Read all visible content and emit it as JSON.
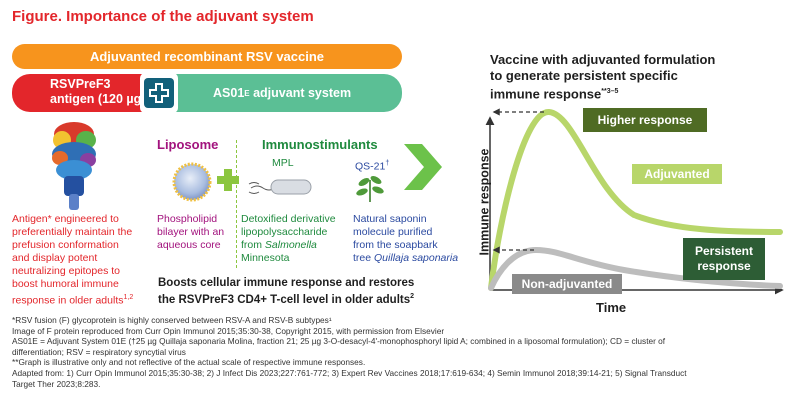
{
  "title": "Figure. Importance of the adjuvant system",
  "vaccine_bar": "Adjuvanted recombinant RSV vaccine",
  "rsvpref3_line1": "RSVPreF3",
  "rsvpref3_line2": "antigen (120 µg)",
  "as01_label": "AS01",
  "as01_sub": "E",
  "as01_rest": " adjuvant system",
  "antigen_desc_lines": [
    "Antigen* engineered to",
    "preferentially maintain the",
    "prefusion conformation",
    "and display potent",
    "neutralizing epitopes to",
    "boost humoral immune",
    "response in older adults"
  ],
  "antigen_desc_sup": "1,2",
  "liposome": {
    "heading": "Liposome",
    "desc_lines": [
      "Phospholipid",
      "bilayer with an",
      "aqueous core"
    ]
  },
  "immunostimulants_heading": "Immunostimulants",
  "mpl": {
    "label": "MPL",
    "desc_lines": [
      "Detoxified derivative",
      "lipopolysaccharide",
      "from ",
      "Salmonella",
      "Minnesota"
    ]
  },
  "qs21": {
    "label": "QS-21",
    "label_sup": "†",
    "desc_lines": [
      "Natural saponin",
      "molecule purified",
      "from the soapbark",
      "tree ",
      "Quillaja saponaria"
    ]
  },
  "boost_line1": "Boosts cellular immune response and restores",
  "boost_line2": "the RSVPreF3 CD4+ T-cell level in older adults",
  "boost_sup": "2",
  "graph": {
    "title_lines": [
      "Vaccine with adjuvanted formulation",
      "to generate persistent specific",
      "immune response"
    ],
    "title_sup": "**3–5",
    "ylabel": "Immune response",
    "xlabel": "Time",
    "higher_response": "Higher response",
    "adjuvanted": "Adjuvanted",
    "persistent_line1": "Persistent",
    "persistent_line2": "response",
    "non_adjuvanted": "Non-adjuvanted"
  },
  "footnotes": [
    "*RSV fusion (F) glycoprotein is highly conserved between RSV-A and RSV-B subtypes¹",
    "Image of F protein reproduced from Curr Opin Immunol 2015;35:30-38, Copyright 2015, with permission from Elsevier",
    "AS01E = Adjuvant System 01E (†25 µg Quillaja saponaria Molina, fraction 21; 25 µg 3-O-desacyl-4'-monophosphoryl lipid A; combined in a liposomal formulation); CD = cluster of",
    "differentiation; RSV = respiratory syncytial virus",
    "**Graph is illustrative only and not reflective of the actual scale of respective immune responses.",
    "Adapted from: 1) Curr Opin Immunol 2015;35:30-38; 2) J Infect Dis 2023;227:761-772; 3) Expert Rev Vaccines 2018;17:619-634; 4) Semin Immunol 2018;39:14-21; 5) Signal Transduct",
    "Target Ther 2023;8:283."
  ],
  "colors": {
    "red": "#e3262b",
    "orange": "#f7941d",
    "teal_green": "#5bbf95",
    "dark_teal": "#12607a",
    "adjuvanted_curve": "#b8d66a",
    "non_adjuvanted_curve": "#bdbdbd",
    "higher_response_box": "#4f6b24",
    "persistent_box": "#2d5d35",
    "non_adjuvanted_box": "#8a8a8a"
  }
}
